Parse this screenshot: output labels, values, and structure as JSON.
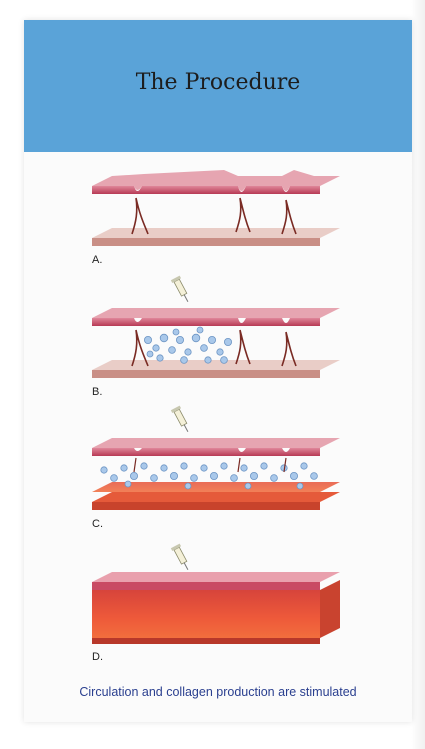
{
  "title": "The Procedure",
  "panels": [
    {
      "label": "A."
    },
    {
      "label": "B."
    },
    {
      "label": "C."
    },
    {
      "label": "D."
    }
  ],
  "caption": "Circulation and collagen production are stimulated",
  "colors": {
    "banner": "#5aa3d8",
    "skin": "#c94a63",
    "tissue": "#e7c7c0",
    "cells": "#9fc1e6",
    "stimulated": "#e6533a",
    "caption": "#2a3f8f"
  },
  "icons": [
    "syringe-icon"
  ]
}
